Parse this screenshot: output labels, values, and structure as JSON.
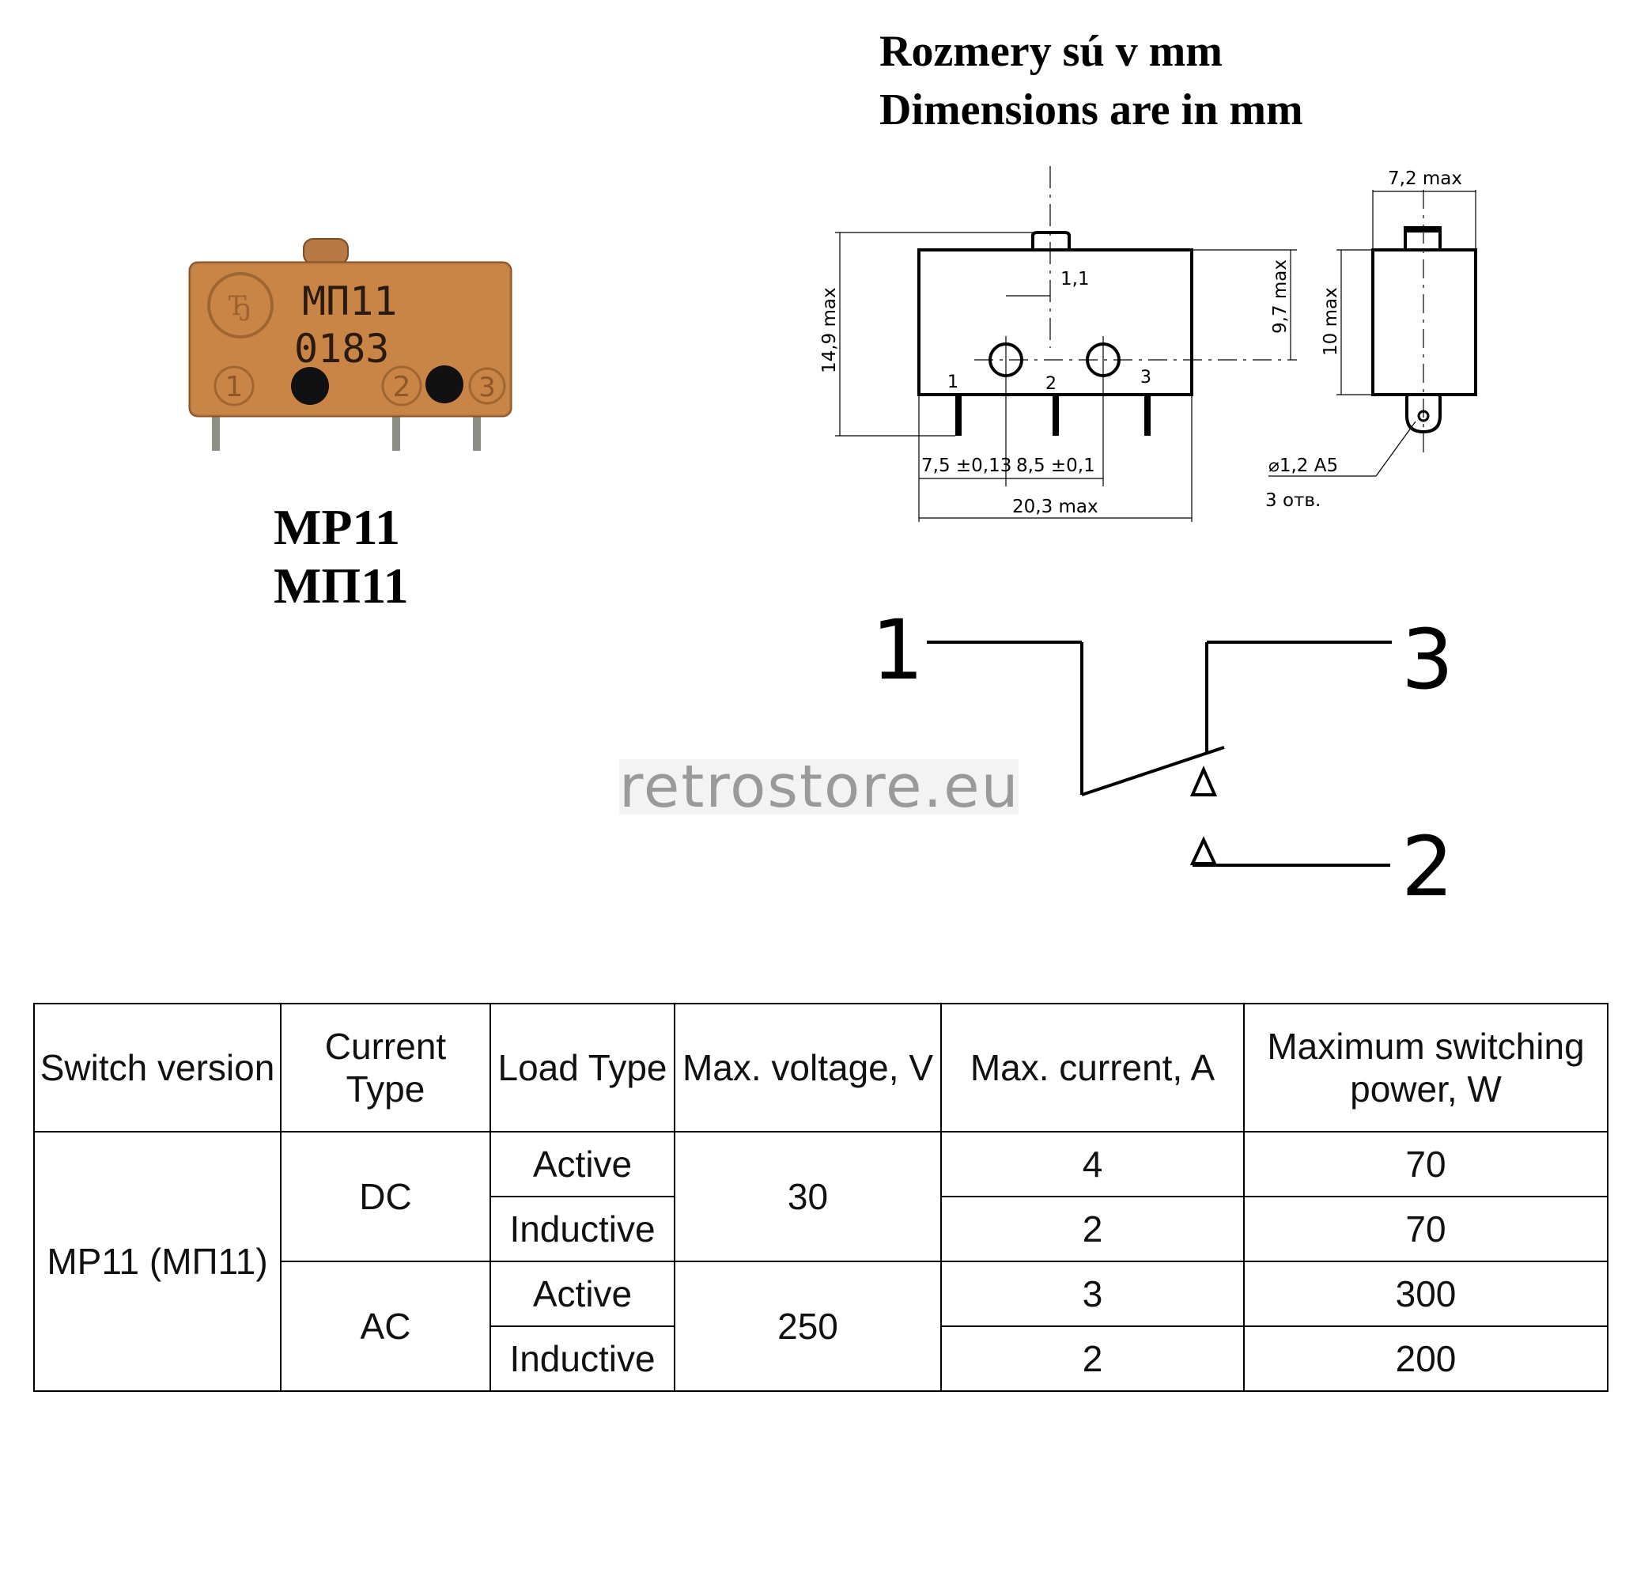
{
  "header": {
    "line1": "Rozmery sú v mm",
    "line2": "Dimensions are in mm"
  },
  "photo": {
    "marking_line1": "МП11",
    "marking_line2": "0183",
    "pin1": "1",
    "pin2": "2",
    "pin3": "3"
  },
  "model": {
    "latin": "MP11",
    "cyrillic": "МП11"
  },
  "drawing": {
    "dim_width_top": "7,2 max",
    "dim_height_total": "14,9 max",
    "dim_actuator": "1,1",
    "dim_body_height": "9,7 max",
    "dim_side_height": "10 max",
    "dim_pitch1": "7,5 ±0,13",
    "dim_pitch2": "8,5 ±0,1",
    "dim_length": "20,3 max",
    "dim_hole": "⌀1,2 A5",
    "dim_hole_count": "3 отв.",
    "pin1": "1",
    "pin2": "2",
    "pin3": "3"
  },
  "schematic": {
    "terminal1": "1",
    "terminal2": "2",
    "terminal3": "3"
  },
  "watermark": "retrostore.eu",
  "table": {
    "headers": [
      "Switch version",
      "Current Type",
      "Load Type",
      "Max. voltage, V",
      "Max. current, A",
      "Maximum switching power, W"
    ],
    "version": "MP11 (МП11)",
    "groups": [
      {
        "current_type": "DC",
        "voltage": "30",
        "rows": [
          {
            "load": "Active",
            "current": "4",
            "power": "70"
          },
          {
            "load": "Inductive",
            "current": "2",
            "power": "70"
          }
        ]
      },
      {
        "current_type": "AC",
        "voltage": "250",
        "rows": [
          {
            "load": "Active",
            "current": "3",
            "power": "300"
          },
          {
            "load": "Inductive",
            "current": "2",
            "power": "200"
          }
        ]
      }
    ]
  }
}
